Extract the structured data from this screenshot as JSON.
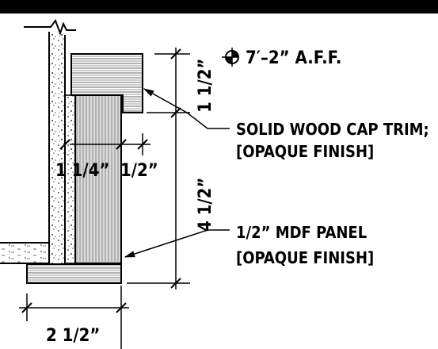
{
  "elevation": {
    "label": "7′–2” A.F.F.",
    "icon": "elevation-target-icon"
  },
  "callouts": {
    "cap_trim": {
      "line1": "SOLID WOOD CAP TRIM;",
      "line2": "[OPAQUE FINISH]"
    },
    "mdf_panel": {
      "line1": "1/2” MDF PANEL",
      "line2": "[OPAQUE FINISH]"
    }
  },
  "dimensions": {
    "cap_height": "1 1/2”",
    "panel_height": "4 1/2”",
    "gap": "1 1/4”",
    "panel_thickness": "1/2”",
    "base_width": "2 1/2”"
  }
}
